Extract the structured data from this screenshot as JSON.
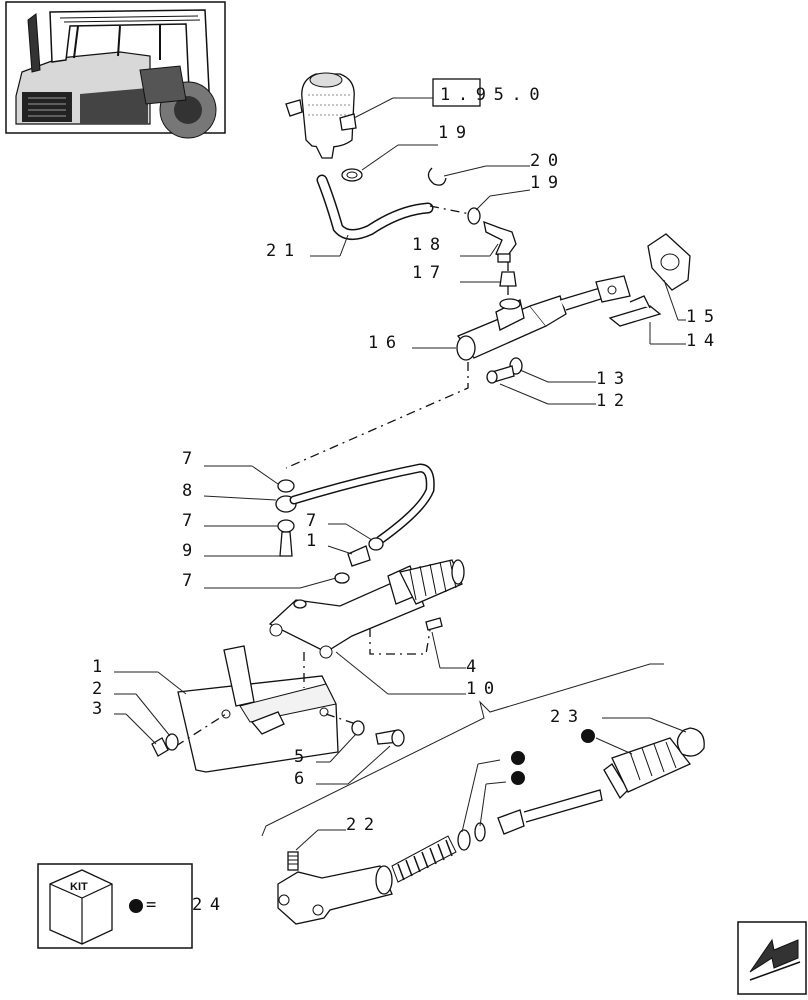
{
  "reference_code": "1.95.0",
  "labels": {
    "l1a": "1",
    "l1b": "1",
    "l2": "2",
    "l3": "3",
    "l4": "4",
    "l5": "5",
    "l6": "6",
    "l7a": "7",
    "l7b": "7",
    "l7c": "7",
    "l7d": "7",
    "l8": "8",
    "l9": "9",
    "l10": "10",
    "l12": "12",
    "l13": "13",
    "l14": "14",
    "l15": "15",
    "l16": "16",
    "l17": "17",
    "l18": "18",
    "l19a": "19",
    "l19b": "19",
    "l20": "20",
    "l21": "21",
    "l22": "22",
    "l23": "23",
    "l24": "24"
  },
  "kit_legend": {
    "box_text": "KIT",
    "equals": "=",
    "ref": "24"
  },
  "icons": {
    "thumbnail": "tractor-cab-thumbnail",
    "nav": "next-page-arrow-icon",
    "kit_marker": "black-dot-kit-marker"
  }
}
